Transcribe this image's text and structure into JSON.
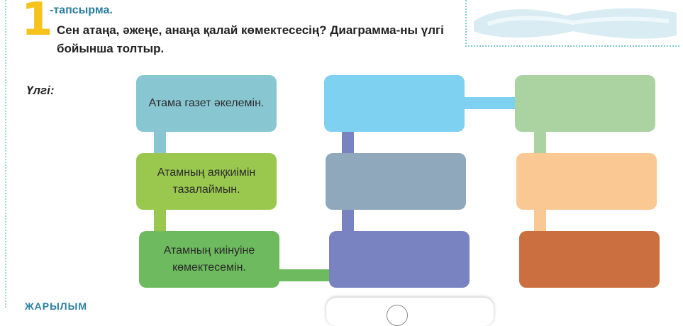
{
  "task": {
    "number": "1",
    "label": "-тапсырма.",
    "text": "Сен атаңа, әжеңе, анаңа қалай көмектесесің? Диаграмма-ны үлгі бойынша толтыр."
  },
  "sample": {
    "label": "Үлгі:",
    "boxes": [
      {
        "text": "Атама газет әкелемін.",
        "color": "#88c7d2"
      },
      {
        "text": "Атамның аяқкиімін тазалаймын.",
        "color": "#9ac84e"
      },
      {
        "text": "Атамның киінуіне көмектесемін.",
        "color": "#6dbb5e"
      }
    ]
  },
  "middle": {
    "colors": [
      "#7fd1f2",
      "#8fa8bb",
      "#7a83c1"
    ]
  },
  "right": {
    "colors": [
      "#aad3a1",
      "#f9c893",
      "#cc6f40"
    ]
  },
  "connectors": {
    "sample_top": "#88c7d2",
    "sample_mid": "#9ac84e",
    "sample_to_middle": "#6dbb5e",
    "middle": "#7a83c1",
    "middle_to_right": "#7fd1f2",
    "right_top": "#aad3a1",
    "right_mid": "#f9c893"
  },
  "footer": {
    "label": "ЖАРЫЛЫМ"
  }
}
